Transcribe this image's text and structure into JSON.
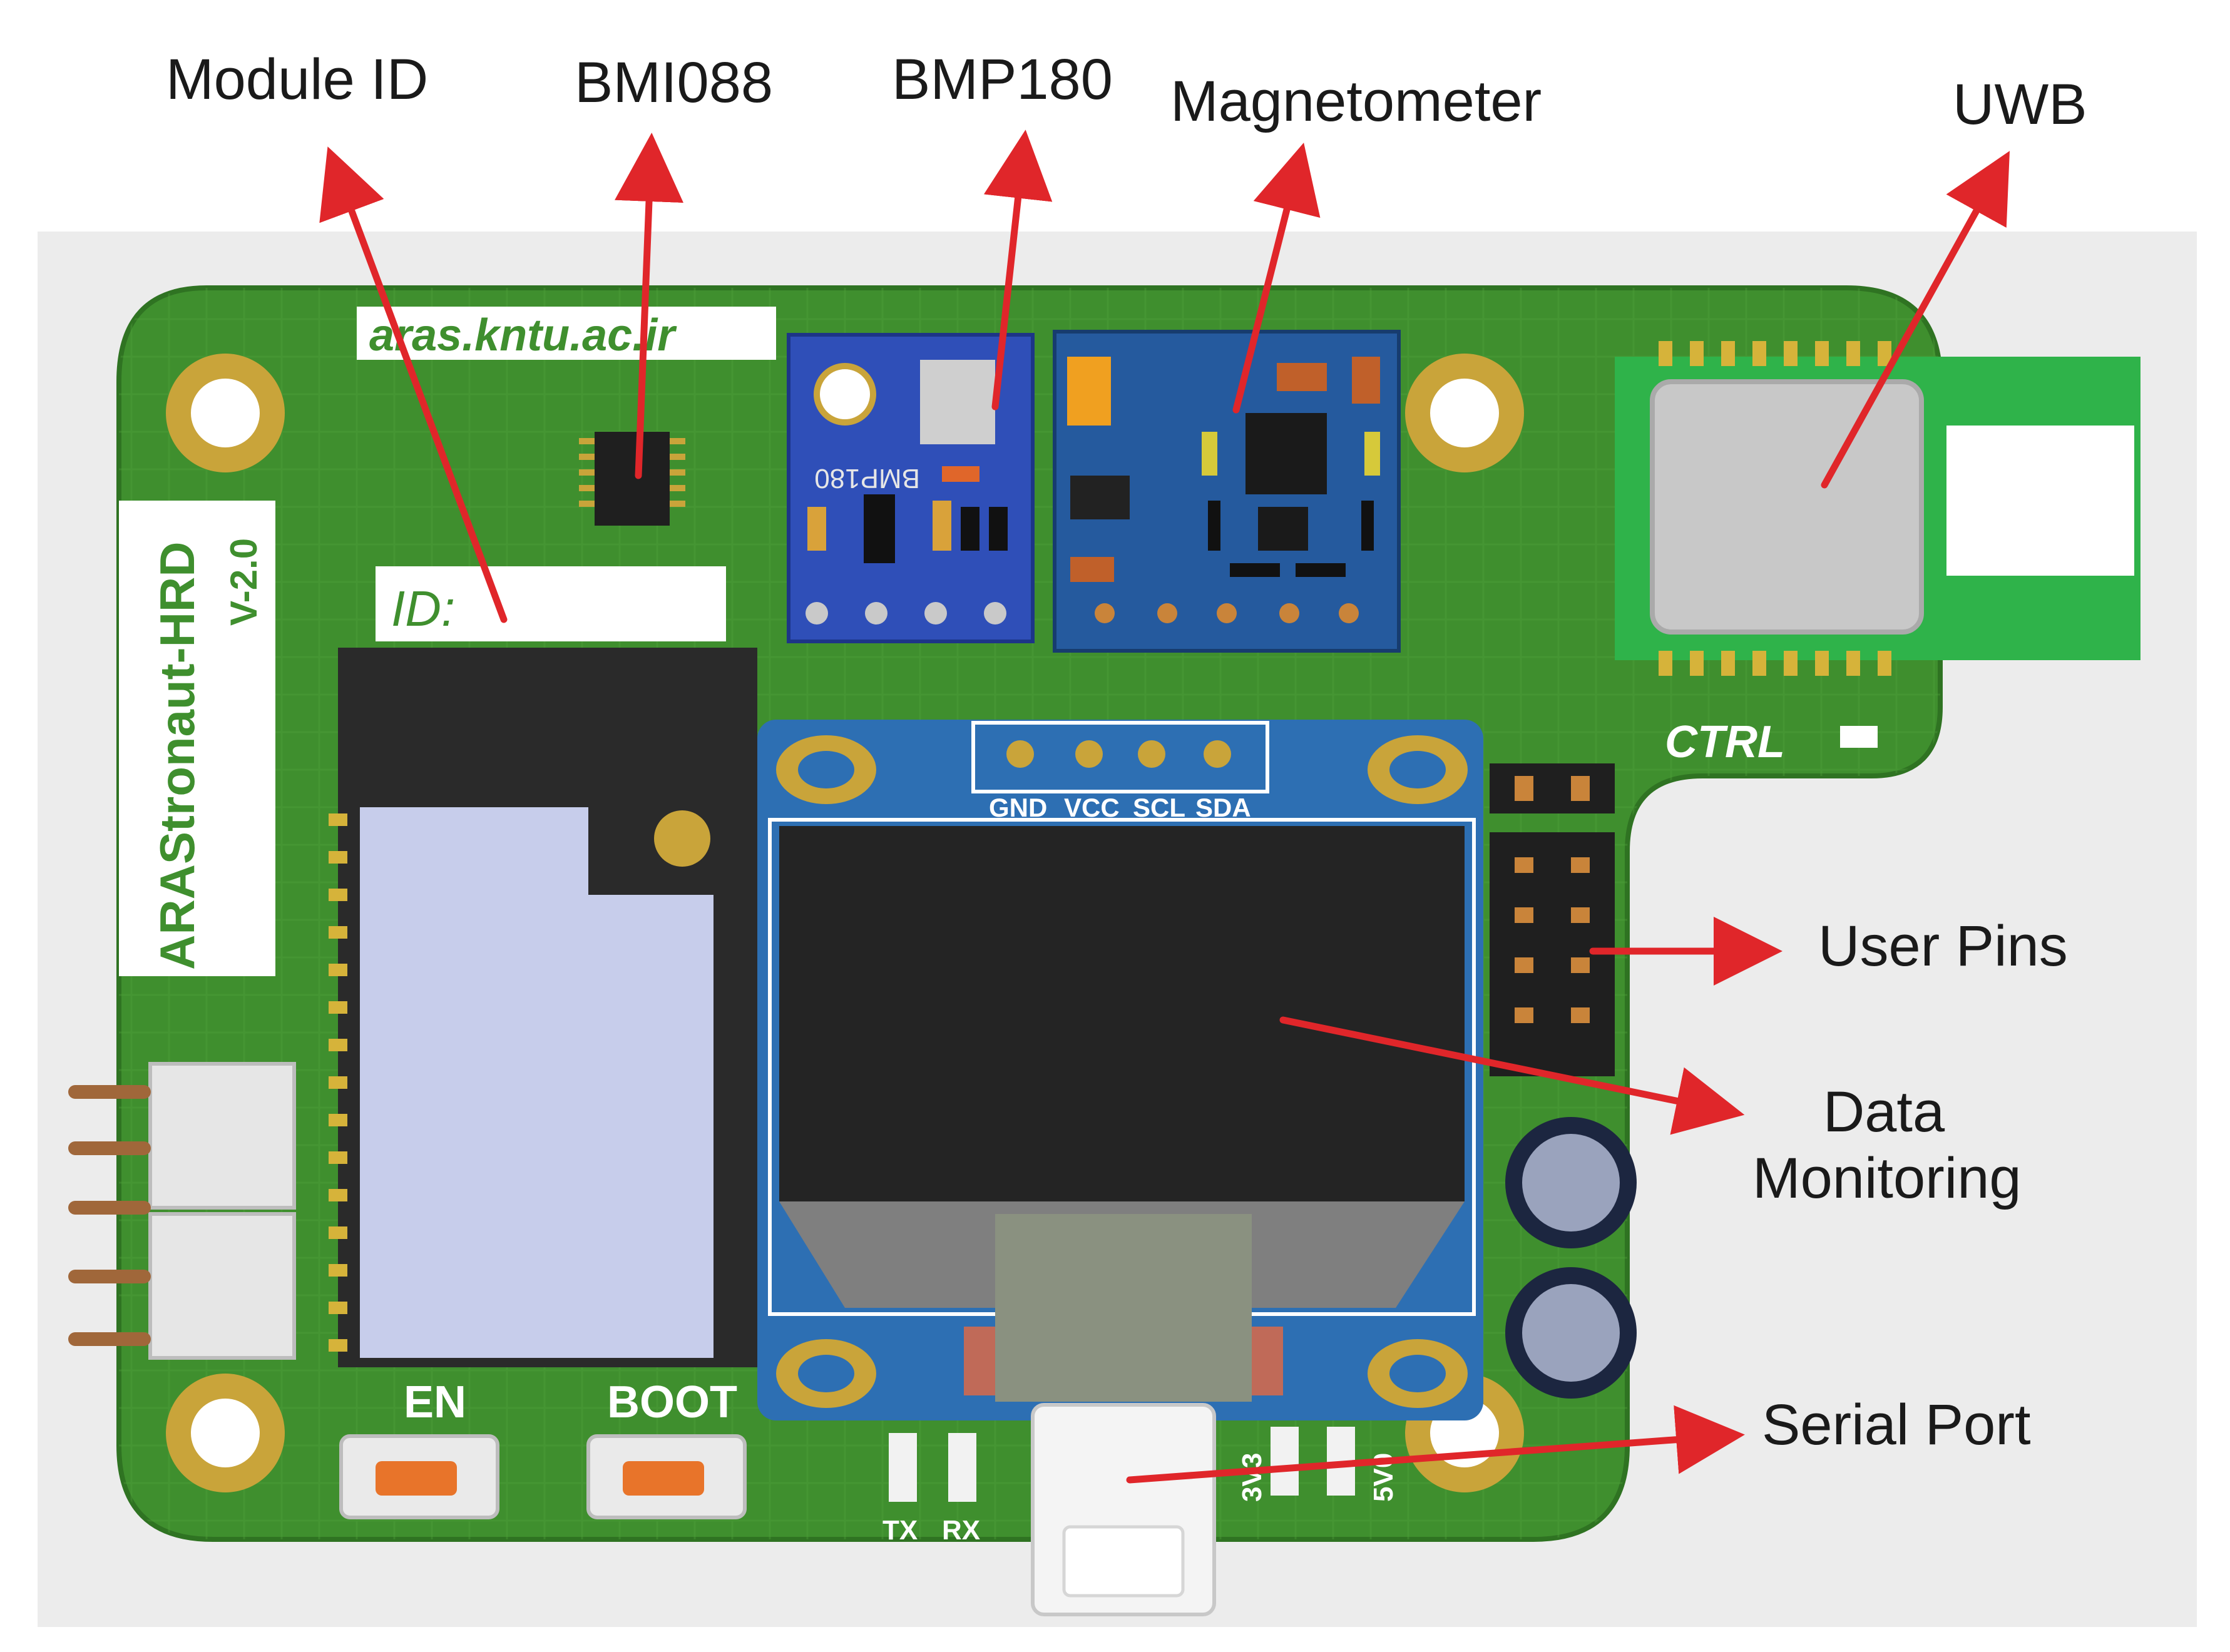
{
  "callouts": {
    "module_id": "Module ID",
    "bmi088": "BMI088",
    "bmp180": "BMP180",
    "magnetometer": "Magnetometer",
    "uwb": "UWB",
    "user_pins": "User Pins",
    "data_monitoring_line1": "Data",
    "data_monitoring_line2": "Monitoring",
    "serial_port": "Serial Port"
  },
  "board": {
    "website": "aras.kntu.ac.ir",
    "name": "ARAStronaut-HRD",
    "version": "V-2.0",
    "id_label": "ID:",
    "ctrl_label": "CTRL",
    "en_label": "EN",
    "boot_label": "BOOT",
    "tx_label": "TX",
    "rx_label": "RX",
    "v33_label": "3V3",
    "v5_label": "5V0",
    "bmp_chip_label": "BMP180",
    "oled_pins": [
      "GND",
      "VCC",
      "SCL",
      "SDA"
    ]
  },
  "colors": {
    "pcb_green": "#3f8f2e",
    "pcb_green_dark": "#2f7322",
    "copper_gold": "#c9a43a",
    "arrow_red": "#e0262a",
    "bmp_blue": "#2f4fb8",
    "mag_blue": "#255a9e",
    "oled_blue": "#2d6fb3",
    "uwb_green": "#2fb34a",
    "esp_lavender": "#c7cdeb"
  }
}
